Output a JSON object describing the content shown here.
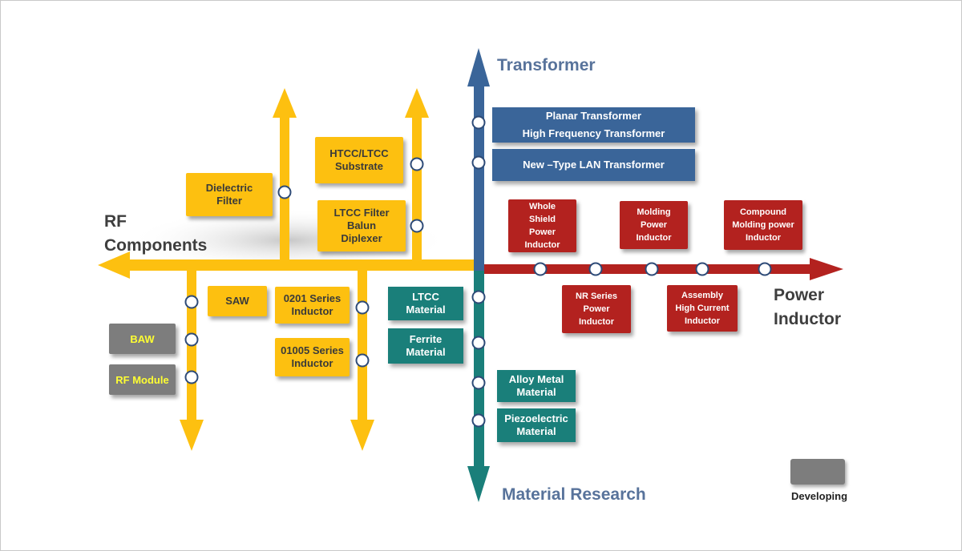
{
  "axes": {
    "transformer": "Transformer",
    "material": "Material Research",
    "rf_line1": "RF",
    "rf_line2": "Components",
    "power_line1": "Power",
    "power_line2": "Inductor"
  },
  "rf_components": {
    "dielectric": [
      "Dielectric",
      "Filter"
    ],
    "htcc": [
      "HTCC/LTCC",
      "Substrate"
    ],
    "ltcc_filter": [
      "LTCC Filter",
      "Balun",
      "Diplexer"
    ],
    "saw": "SAW",
    "series_0201": [
      "0201 Series",
      "Inductor"
    ],
    "series_01005": [
      "01005 Series",
      "Inductor"
    ]
  },
  "developing": {
    "baw": "BAW",
    "rf_module": "RF Module"
  },
  "transformer": {
    "planar": "Planar Transformer",
    "high_freq": "High Frequency Transformer",
    "lan": "New –Type LAN Transformer"
  },
  "material": {
    "ltcc": [
      "LTCC",
      "Material"
    ],
    "ferrite": [
      "Ferrite",
      "Material"
    ],
    "alloy": [
      "Alloy Metal",
      "Material"
    ],
    "piezo": [
      "Piezoelectric",
      "Material"
    ]
  },
  "power_inductor": {
    "whole_shield": [
      "Whole",
      "Shield",
      "Power",
      "Inductor"
    ],
    "molding": [
      "Molding",
      "Power",
      "Inductor"
    ],
    "compound": [
      "Compound",
      "Molding power",
      "Inductor"
    ],
    "nr_series": [
      "NR Series",
      "Power",
      "Inductor"
    ],
    "assembly": [
      "Assembly",
      "High Current",
      "Inductor"
    ]
  },
  "legend": {
    "label": "Developing"
  },
  "colors": {
    "rf": "#fdc010",
    "transformer": "#3a6599",
    "material": "#1a7f7a",
    "power": "#b3221f",
    "developing": "#7d7d7d"
  }
}
